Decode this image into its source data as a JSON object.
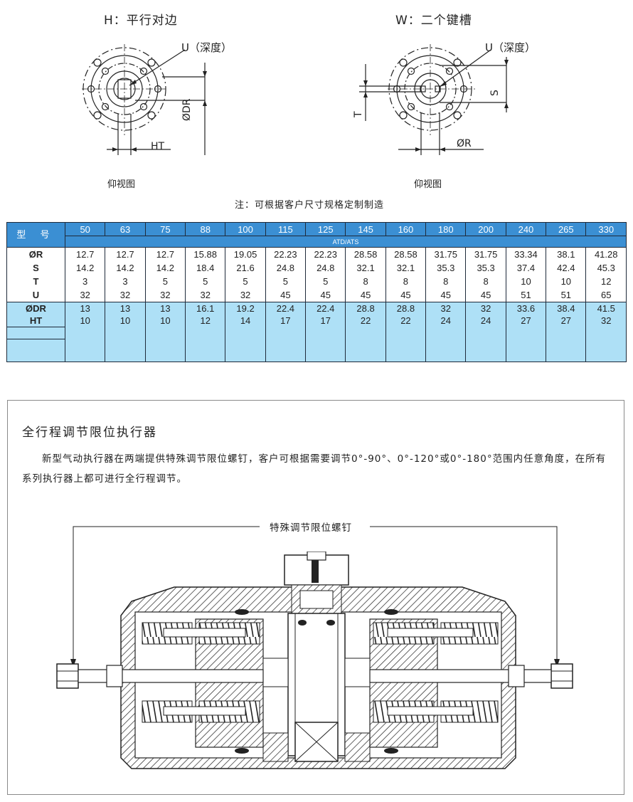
{
  "top": {
    "left_title": "H：平行对边",
    "right_title": "W：二个键槽",
    "left_u_label": "U（深度）",
    "right_u_label": "U（深度）",
    "left_dim_dr": "ØDR",
    "left_dim_ht": "HT",
    "right_dim_s": "S",
    "right_dim_t": "T",
    "right_dim_r": "ØR",
    "left_caption": "仰视图",
    "right_caption": "仰视图",
    "note": "注：可根据客户尺寸规格定制制造"
  },
  "table": {
    "model_label": "型 号",
    "sub_header": "ATD/ATS",
    "models": [
      "50",
      "63",
      "75",
      "88",
      "100",
      "115",
      "125",
      "145",
      "160",
      "180",
      "200",
      "240",
      "265",
      "330"
    ],
    "white_labels": [
      "ØR",
      "S",
      "T",
      "U"
    ],
    "blue_labels": [
      "ØDR",
      "HT"
    ],
    "rows": {
      "R": [
        "12.7",
        "12.7",
        "12.7",
        "15.88",
        "19.05",
        "22.23",
        "22.23",
        "28.58",
        "28.58",
        "31.75",
        "31.75",
        "33.34",
        "38.1",
        "41.28"
      ],
      "S": [
        "14.2",
        "14.2",
        "14.2",
        "18.4",
        "21.6",
        "24.8",
        "24.8",
        "32.1",
        "32.1",
        "35.3",
        "35.3",
        "37.4",
        "42.4",
        "45.3"
      ],
      "T": [
        "3",
        "3",
        "5",
        "5",
        "5",
        "5",
        "5",
        "8",
        "8",
        "8",
        "8",
        "10",
        "10",
        "12"
      ],
      "U": [
        "32",
        "32",
        "32",
        "32",
        "32",
        "45",
        "45",
        "45",
        "45",
        "45",
        "45",
        "51",
        "51",
        "65"
      ],
      "DR": [
        "13",
        "13",
        "13",
        "16.1",
        "19.2",
        "22.4",
        "22.4",
        "28.8",
        "28.8",
        "32",
        "32",
        "33.6",
        "38.4",
        "41.5"
      ],
      "HT": [
        "10",
        "10",
        "10",
        "12",
        "14",
        "17",
        "17",
        "22",
        "22",
        "24",
        "24",
        "27",
        "27",
        "32"
      ]
    }
  },
  "panel": {
    "title": "全行程调节限位执行器",
    "text": "新型气动执行器在两端提供特殊调节限位螺钉，客户可根据需要调节0°-90°、0°-120°或0°-180°范围内任意角度，在所有系列执行器上都可进行全行程调节。",
    "screw_label": "特殊调节限位螺钉"
  }
}
